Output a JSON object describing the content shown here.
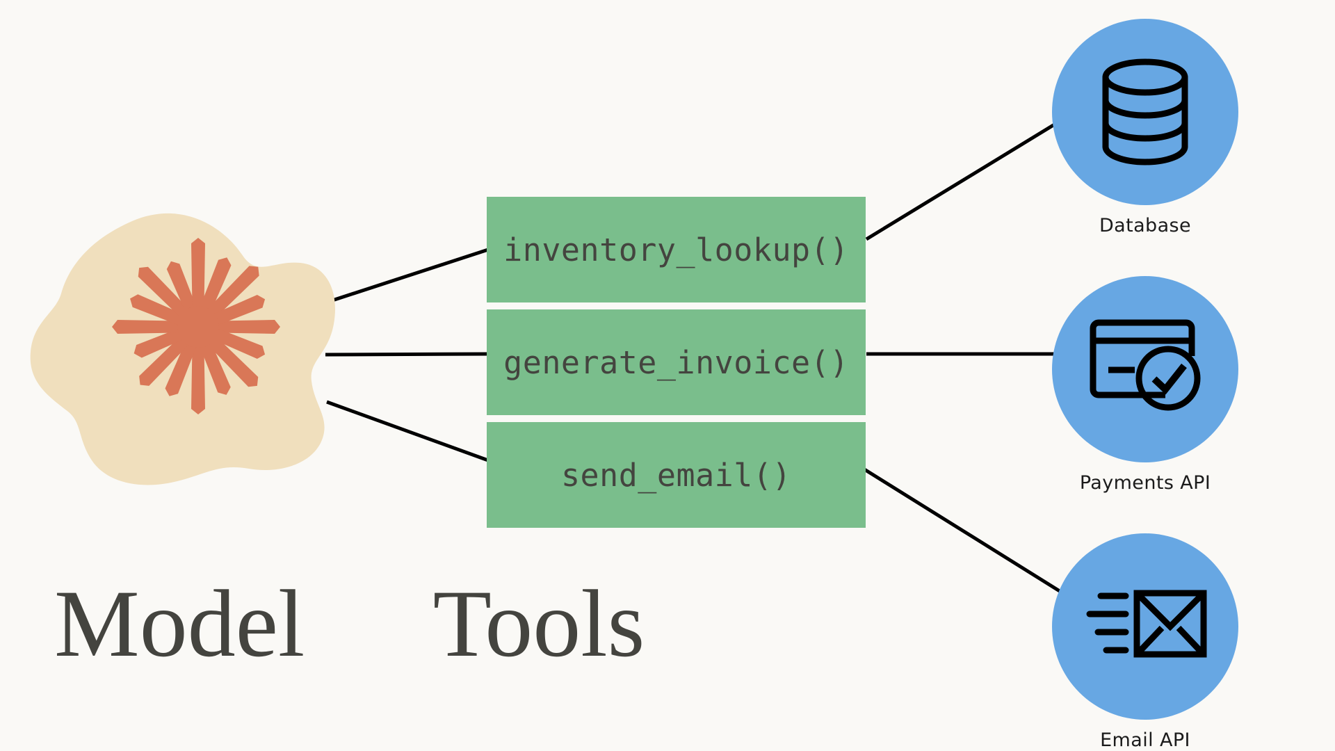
{
  "diagram": {
    "background_color": "#FAF9F6",
    "captions": {
      "model": "Model",
      "tools": "Tools"
    },
    "model": {
      "name": "model-blob",
      "blob_color": "#F0DFBD",
      "star_color": "#D97757",
      "star_ray_count": 16,
      "icon": "anthropic-starburst-icon"
    },
    "tools": {
      "box_color": "#7ABE8C",
      "text_color": "#44443F",
      "items": [
        {
          "label": "inventory_lookup()",
          "name": "tool-inventory-lookup"
        },
        {
          "label": "generate_invoice()",
          "name": "tool-generate-invoice"
        },
        {
          "label": "send_email()",
          "name": "tool-send-email"
        }
      ]
    },
    "services": {
      "circle_color": "#67A7E3",
      "icon_color": "#000000",
      "label_color": "#1B1B1B",
      "items": [
        {
          "label": "Database",
          "icon": "database-cylinder-icon",
          "name": "service-database"
        },
        {
          "label": "Payments API",
          "icon": "credit-card-check-icon",
          "name": "service-payments"
        },
        {
          "label": "Email API",
          "icon": "envelope-speed-icon",
          "name": "service-email"
        }
      ]
    },
    "connectors": {
      "color": "#000000",
      "width": 5,
      "links": [
        {
          "from": "model",
          "to": "inventory_lookup()"
        },
        {
          "from": "model",
          "to": "generate_invoice()"
        },
        {
          "from": "model",
          "to": "send_email()"
        },
        {
          "from": "inventory_lookup()",
          "to": "Database"
        },
        {
          "from": "generate_invoice()",
          "to": "Payments API"
        },
        {
          "from": "send_email()",
          "to": "Email API"
        }
      ]
    }
  }
}
